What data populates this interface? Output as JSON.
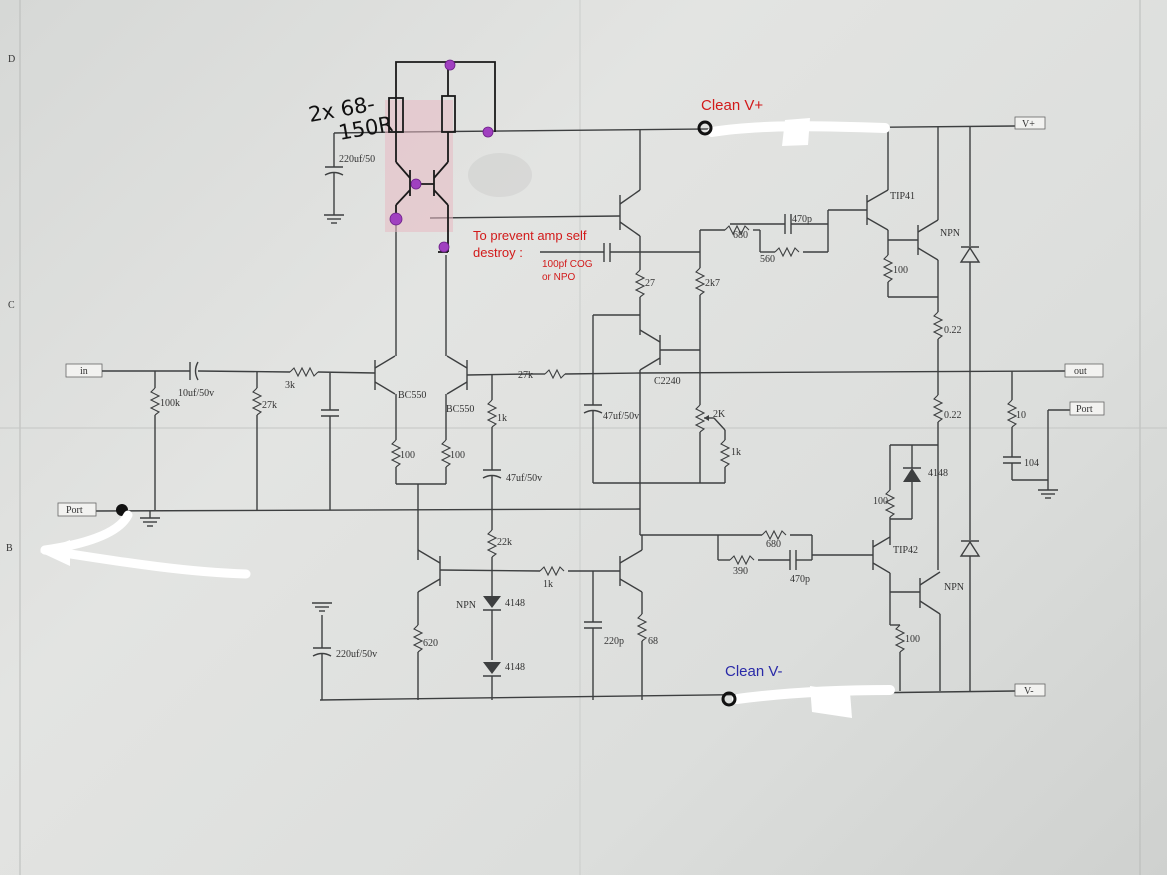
{
  "margin_letters": [
    "D",
    "C",
    "B"
  ],
  "ports": {
    "vplus": "V+",
    "vminus": "V-",
    "in": "in",
    "out": "out",
    "port_left": "Port",
    "port_right": "Port"
  },
  "annotations": {
    "clean_vplus": "Clean V+",
    "clean_vminus": "Clean V-",
    "handwritten_line1": "2x 68-",
    "handwritten_line2": "150R",
    "note_line1": "To prevent amp self",
    "note_line2": "destroy :",
    "note_small1": "100pf COG",
    "note_small2": "or NPO"
  },
  "components": {
    "c_in": "10uf/50v",
    "r_100k": "100k",
    "r_27k_in": "27k",
    "r_3k": "3k",
    "q_bc550_a": "BC550",
    "q_bc550_b": "BC550",
    "r_100_a": "100",
    "r_100_b": "100",
    "r_1k_fb": "1k",
    "c_47_fb": "47uf/50v",
    "r_22k": "22k",
    "r_27k_fb": "27k",
    "c_220_top": "220uf/50",
    "c_220_bot": "220uf/50v",
    "r_620": "620",
    "d_4148_a": "4148",
    "d_4148_b": "4148",
    "npn_mid": "NPN",
    "r_1k_mid": "1k",
    "c_220p": "220p",
    "r_68": "68",
    "r_27": "27",
    "c_47_vbe": "47uf/50v",
    "q_c2240": "C2240",
    "r_2k7": "2k7",
    "r_2k": "2K",
    "r_1k_vbe": "1k",
    "r_680_top": "680",
    "c_470p_top": "470p",
    "r_560": "560",
    "q_tip41": "TIP41",
    "npn_top": "NPN",
    "r_100_top": "100",
    "r_022_top": "0.22",
    "r_022_bot": "0.22",
    "d_4148_out": "4148",
    "r_100_d": "100",
    "r_680_bot": "680",
    "r_390": "390",
    "c_470p_bot": "470p",
    "q_tip42": "TIP42",
    "npn_bot": "NPN",
    "r_100_bot": "100",
    "r_10": "10",
    "c_104": "104"
  }
}
